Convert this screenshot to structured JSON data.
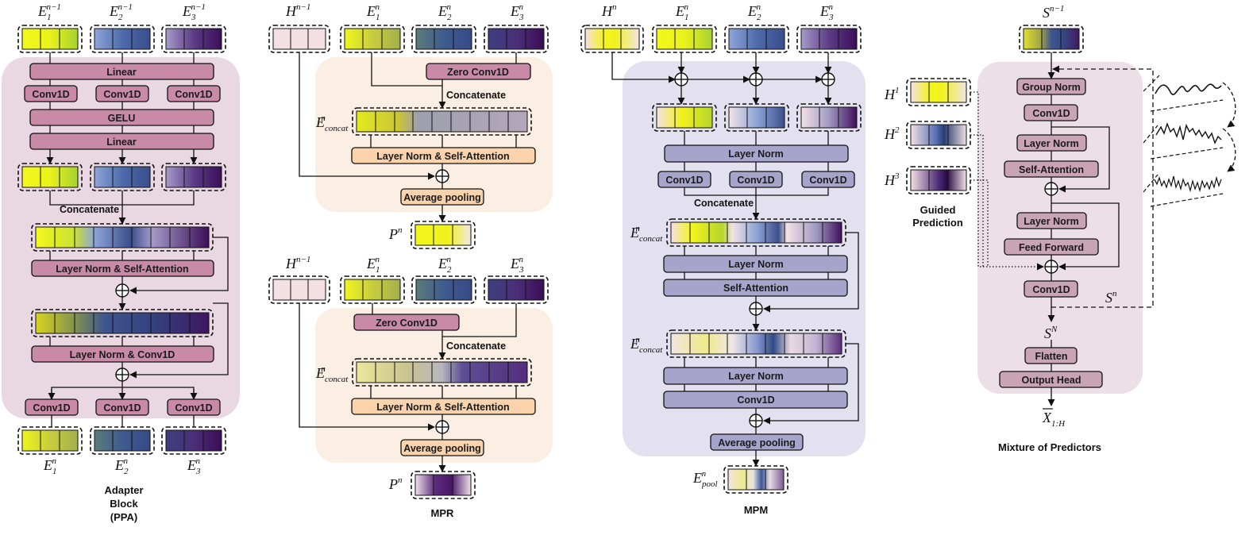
{
  "colors": {
    "pink_panel": "#e9d7e1",
    "pink_box": "#c98aa7",
    "peach_panel": "#fbeee3",
    "peach_box": "#fad3ad",
    "lav_panel": "#e3e1ef",
    "lav_box": "#a7a4cc",
    "mix_panel": "#ecdfe6",
    "mix_box": "#c8a4b5"
  },
  "adapter": {
    "inputs": [
      "E",
      "E",
      "E"
    ],
    "input_subs": [
      "1",
      "2",
      "3"
    ],
    "input_sups": [
      "n−1",
      "n−1",
      "n−1"
    ],
    "linear": "Linear",
    "conv": "Conv1D",
    "gelu": "GELU",
    "concat": "Concatenate",
    "ln_sa": "Layer Norm & Self-Attention",
    "ln_conv": "Layer Norm & Conv1D",
    "outputs": [
      "E",
      "E",
      "E"
    ],
    "output_subs": [
      "1",
      "2",
      "3"
    ],
    "output_sups": [
      "n",
      "n",
      "n"
    ],
    "caption": [
      "Adapter",
      "Block",
      "(PPA)"
    ]
  },
  "mpr": {
    "h_label": "H",
    "h_sup": "n−1",
    "e_labels": [
      "E",
      "E",
      "E"
    ],
    "e_subs": [
      "1",
      "2",
      "3"
    ],
    "e_sup": "n",
    "zero_conv": "Zero Conv1D",
    "concat": "Concatenate",
    "econcat": "E",
    "econcat_sub": "concat",
    "ln_sa": "Layer Norm & Self-Attention",
    "avg_pool": "Average pooling",
    "p_label": "P",
    "p_sup": "n",
    "caption": "MPR"
  },
  "mpm": {
    "h_label": "H",
    "h_sup": "n",
    "e_labels": [
      "E",
      "E",
      "E"
    ],
    "e_subs": [
      "1",
      "2",
      "3"
    ],
    "e_sup": "n",
    "layer_norm": "Layer Norm",
    "conv": "Conv1D",
    "concat": "Concatenate",
    "econcat": "E",
    "econcat_sub": "concat",
    "self_attn": "Self-Attention",
    "avg_pool": "Average pooling",
    "epool": "E",
    "epool_sub": "pool",
    "caption": "MPM"
  },
  "mixture": {
    "s_top": "S",
    "s_top_sup": "n−1",
    "h_labels": [
      "H",
      "H",
      "H"
    ],
    "h_sups": [
      "1",
      "2",
      "3"
    ],
    "guided": [
      "Guided",
      "Prediction"
    ],
    "group_norm": "Group Norm",
    "conv": "Conv1D",
    "layer_norm": "Layer Norm",
    "self_attn": "Self-Attention",
    "feed_forward": "Feed Forward",
    "sn": "S",
    "sn_sup": "n",
    "sN": "S",
    "sN_sup": "N",
    "flatten": "Flatten",
    "output_head": "Output Head",
    "xhat": "X",
    "xhat_sub": "1:H",
    "caption": "Mixture of Predictors"
  }
}
